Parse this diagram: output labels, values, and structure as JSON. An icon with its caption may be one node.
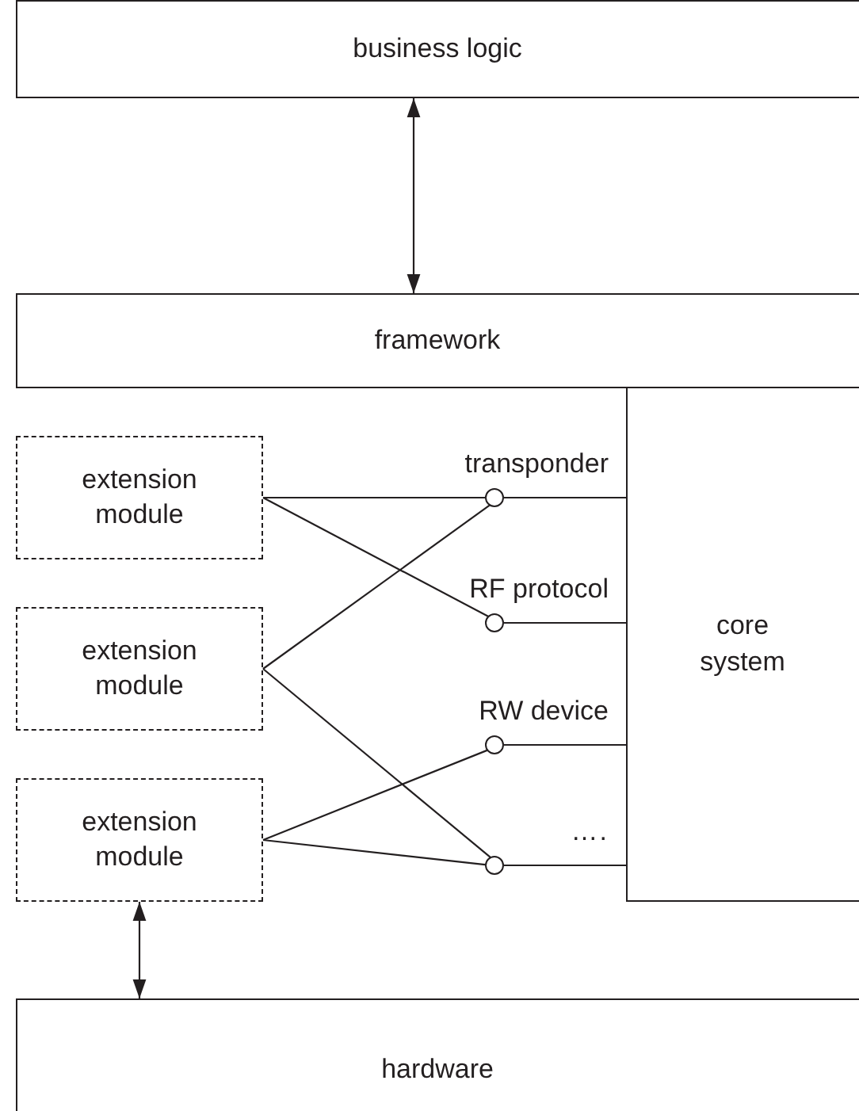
{
  "diagram": {
    "nodes": [
      {
        "text": [
          "business logic"
        ]
      },
      {
        "text": [
          "framework"
        ]
      },
      {
        "text": [
          "core system"
        ]
      },
      {
        "text": [
          "extension module"
        ]
      },
      {
        "text": [
          "extension module"
        ]
      },
      {
        "text": [
          "extension module"
        ]
      },
      {
        "text": [
          "hardware"
        ]
      },
      {
        "text": [],
        "shape": "circle",
        "beside": [
          "transponder"
        ]
      },
      {
        "text": [],
        "shape": "circle",
        "beside": [
          "RF protocol"
        ]
      },
      {
        "text": [],
        "shape": "circle",
        "beside": [
          "RW device"
        ]
      },
      {
        "text": [],
        "shape": "circle"
      }
    ],
    "labels": [
      "…."
    ],
    "edges": [
      {
        "from": 0,
        "to": 1,
        "arrow": "both"
      },
      {
        "from": 7,
        "to": 2,
        "arrow": "none"
      },
      {
        "from": 8,
        "to": 2,
        "arrow": "none"
      },
      {
        "from": 9,
        "to": 2,
        "arrow": "none"
      },
      {
        "from": 10,
        "to": 2,
        "arrow": "none"
      },
      {
        "from": 3,
        "to": 7,
        "arrow": "none"
      },
      {
        "from": 3,
        "to": 8,
        "arrow": "none"
      },
      {
        "from": 4,
        "to": 7,
        "arrow": "none"
      },
      {
        "from": 4,
        "to": 10,
        "arrow": "none"
      },
      {
        "from": 5,
        "to": 9,
        "arrow": "none"
      },
      {
        "from": 5,
        "to": 10,
        "arrow": "none"
      },
      {
        "from": 5,
        "to": 6,
        "arrow": "both"
      }
    ]
  }
}
